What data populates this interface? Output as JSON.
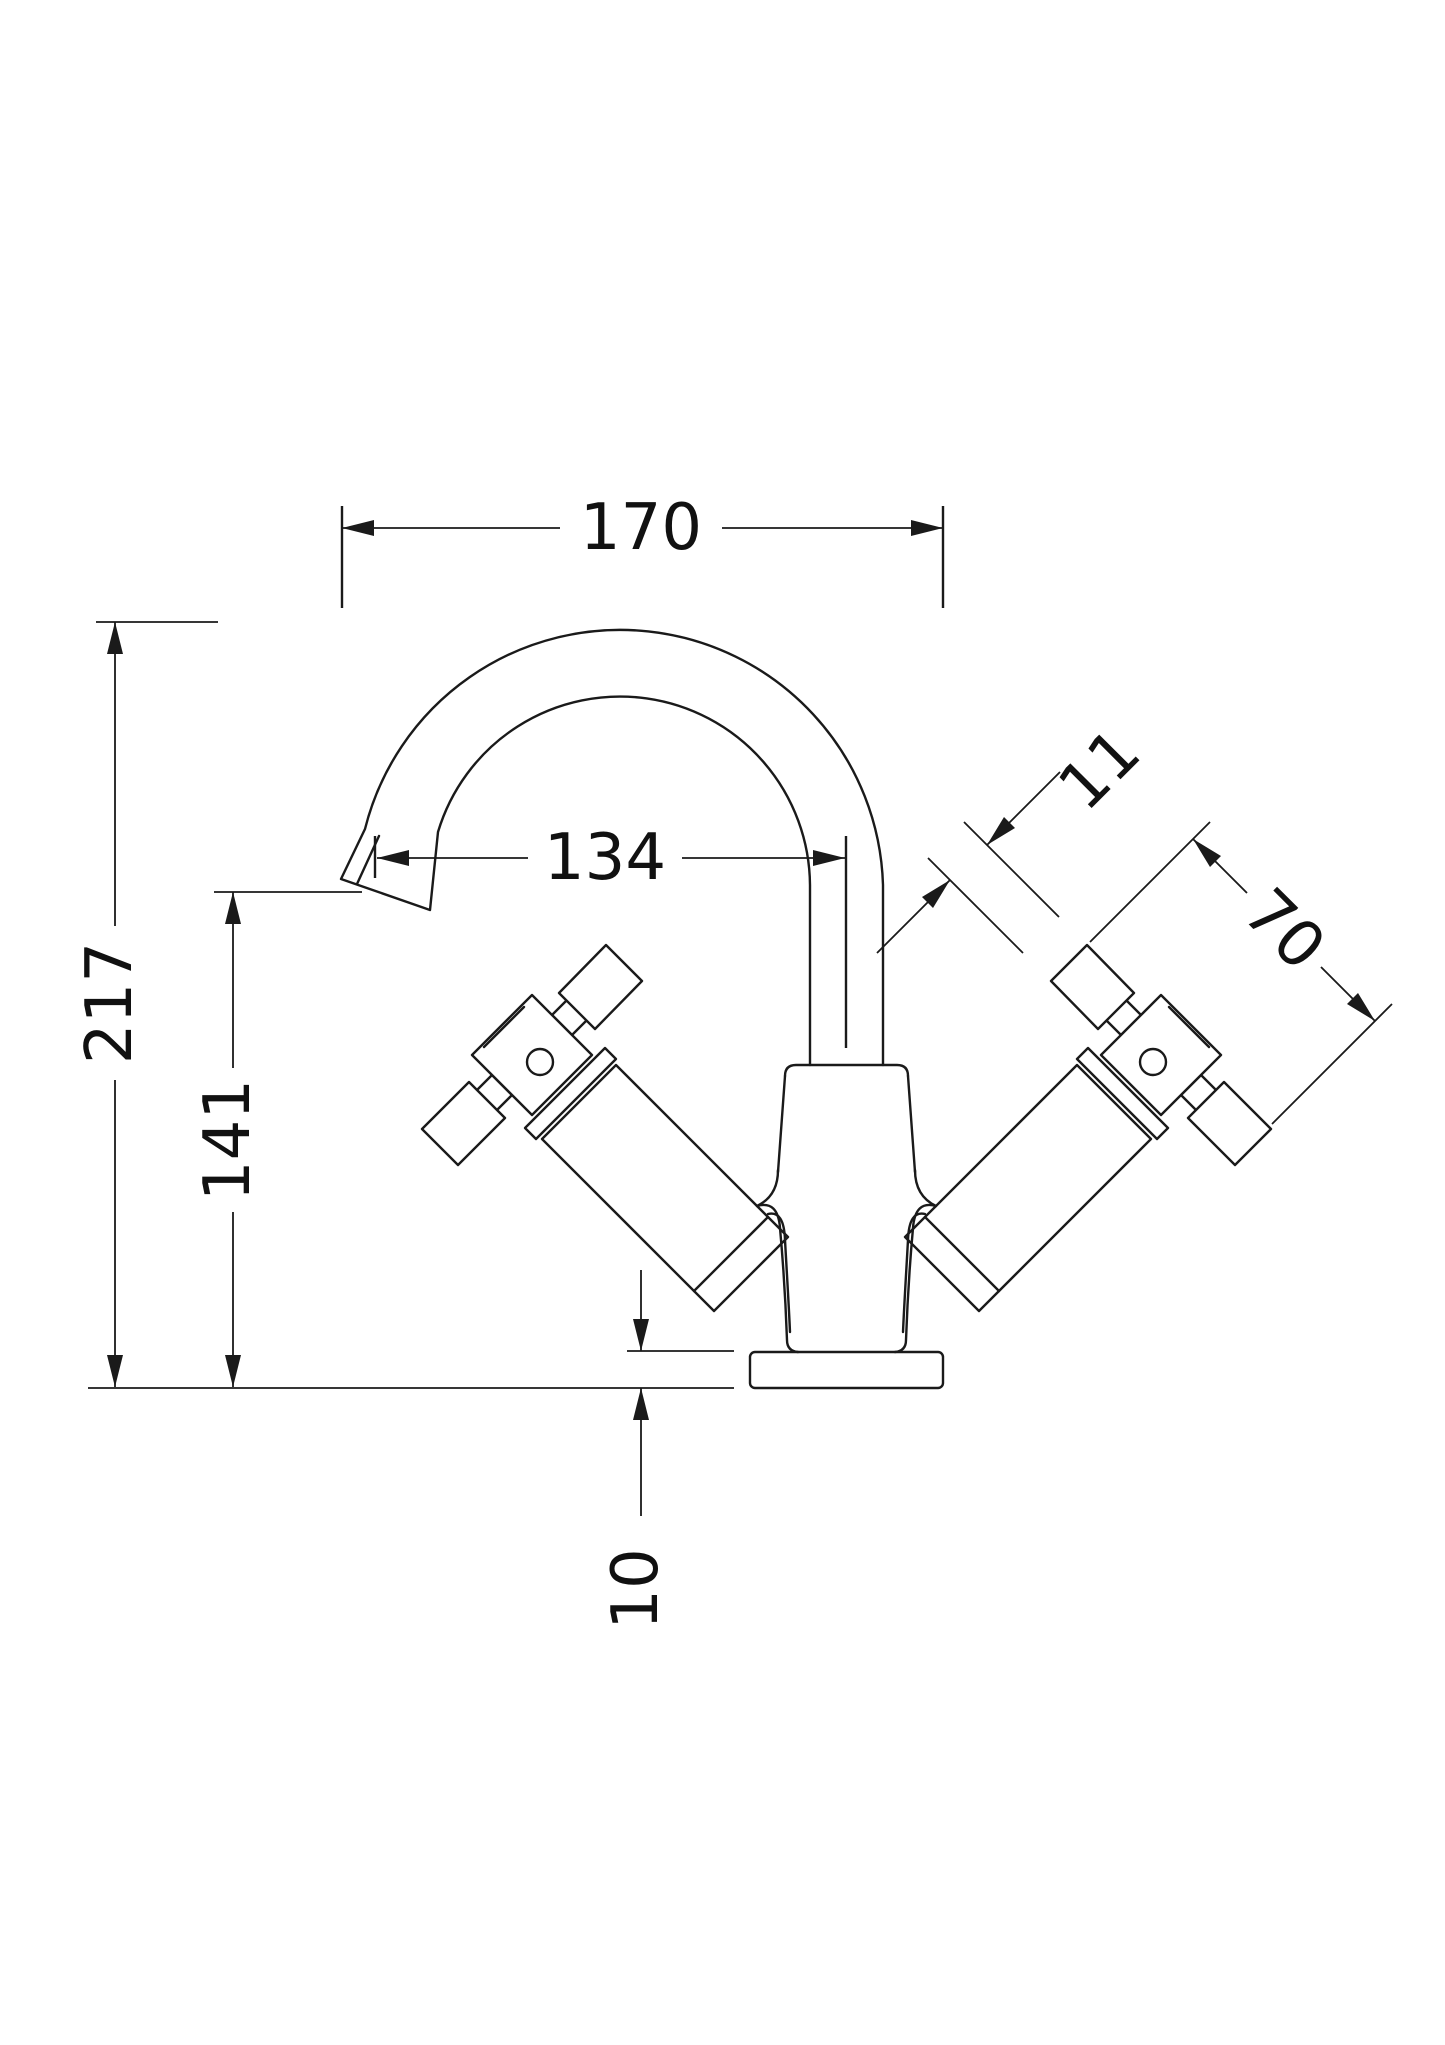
{
  "drawing": {
    "type": "technical-dimension-drawing",
    "subject": "mono basin mixer tap - front elevation",
    "ink_color": "#1a1a1a",
    "background_color": "#ffffff",
    "dimensions": {
      "top_width": "170",
      "overall_height": "217",
      "spout_outlet_height": "141",
      "spout_reach": "134",
      "handle_bar_thickness": "11",
      "handle_span": "70",
      "base_plate_thickness": "10"
    }
  }
}
